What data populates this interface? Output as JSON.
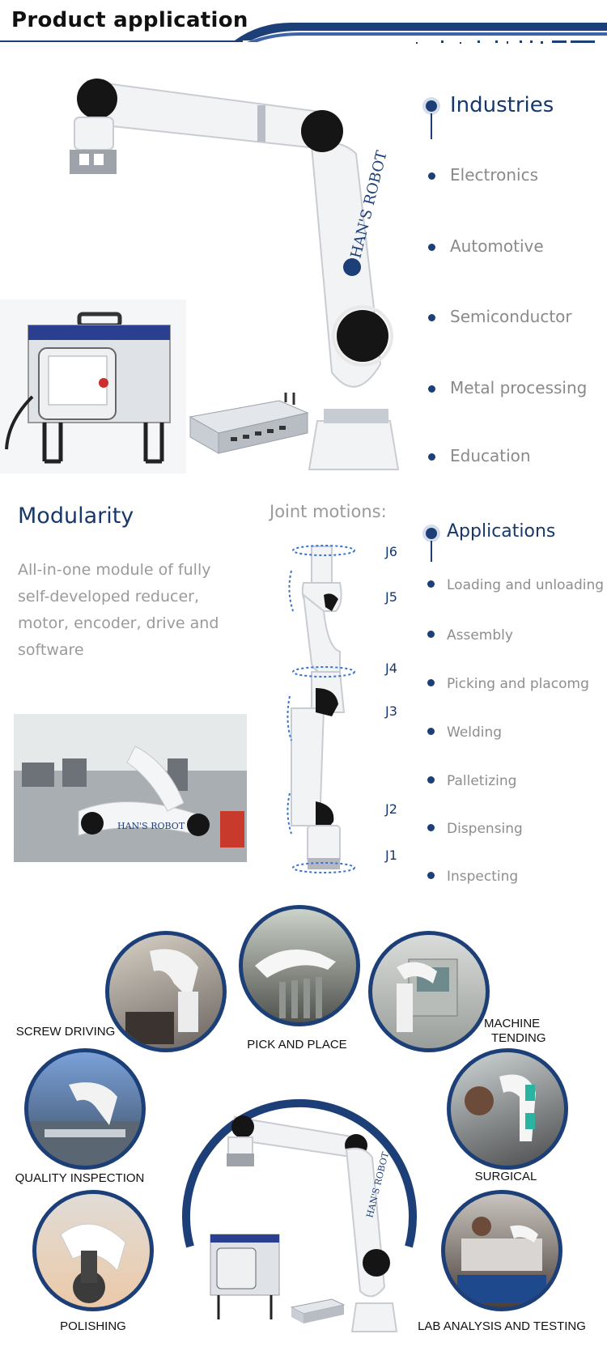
{
  "header": {
    "title": "Product application"
  },
  "industries": {
    "title": "Industries",
    "items": [
      "Electronics",
      "Automotive",
      "Semiconductor",
      "Metal processing",
      "Education"
    ]
  },
  "modularity": {
    "title": "Modularity",
    "description": "All-in-one module of fully self-developed reducer, motor, encoder, drive and software"
  },
  "joints": {
    "title": "Joint motions:",
    "labels": [
      "J6",
      "J5",
      "J4",
      "J3",
      "J2",
      "J1"
    ]
  },
  "applications": {
    "title": "Applications",
    "items": [
      "Loading and unloading",
      "Assembly",
      "Picking and placomg",
      "Welding",
      "Palletizing",
      "Dispensing",
      "Inspecting"
    ]
  },
  "brand": {
    "robot_text": "HAN'S ROBOT"
  },
  "gallery": {
    "screw_driving": "SCREW DRIVING",
    "pick_and_place": "PICK AND PLACE",
    "machine_tending_1": "MACHINE",
    "machine_tending_2": "TENDING",
    "quality_inspection": "QUALITY INSPECTION",
    "surgical": "SURGICAL",
    "polishing": "POLISHING",
    "lab_analysis": "LAB ANALYSIS AND TESTING"
  },
  "colors": {
    "accent": "#1d3f78",
    "title": "#17386b",
    "muted": "#8a8a8a"
  }
}
